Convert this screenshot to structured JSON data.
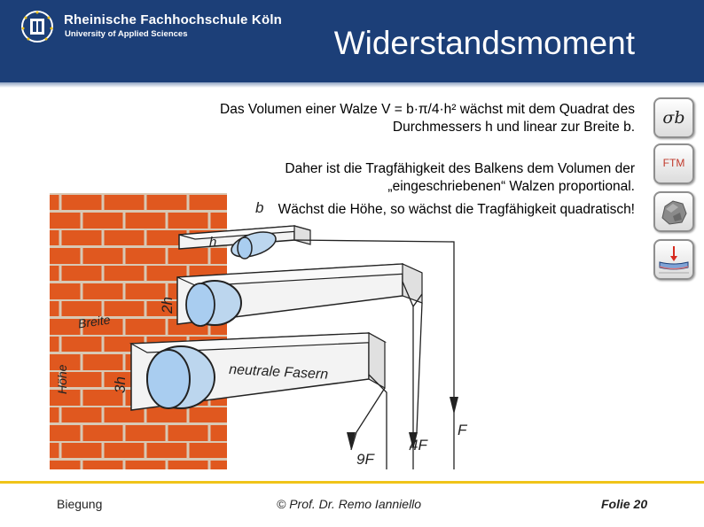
{
  "header": {
    "university_name": "Rheinische Fachhochschule Köln",
    "university_subtitle": "University of Applied Sciences",
    "title": "Widerstandsmoment"
  },
  "content": {
    "paragraph_1": "Das Volumen einer Walze V = b·π/4·h² wächst mit dem Quadrat des Durchmessers h und linear zur Breite b.",
    "paragraph_2": "Daher ist die Tragfähigkeit des Balkens dem Volumen der „eingeschriebenen“ Walzen proportional.",
    "paragraph_3": "Wächst die Höhe, so wächst die Tragfähigkeit quadratisch!"
  },
  "figure": {
    "label_b": "b",
    "label_h": "h",
    "label_2h": "2h",
    "label_3h": "3h",
    "label_breite": "Breite",
    "label_hoehe": "Höhe",
    "label_neutrale_fasern": "neutrale Fasern",
    "label_F": "F",
    "label_4F": "4F",
    "label_9F": "9F"
  },
  "sidebar": {
    "button_sigma": "σb",
    "button_ftm": "FTM"
  },
  "footer": {
    "left": "Biegung",
    "center": "© Prof. Dr. Remo Ianniello",
    "right": "Folie 20"
  }
}
